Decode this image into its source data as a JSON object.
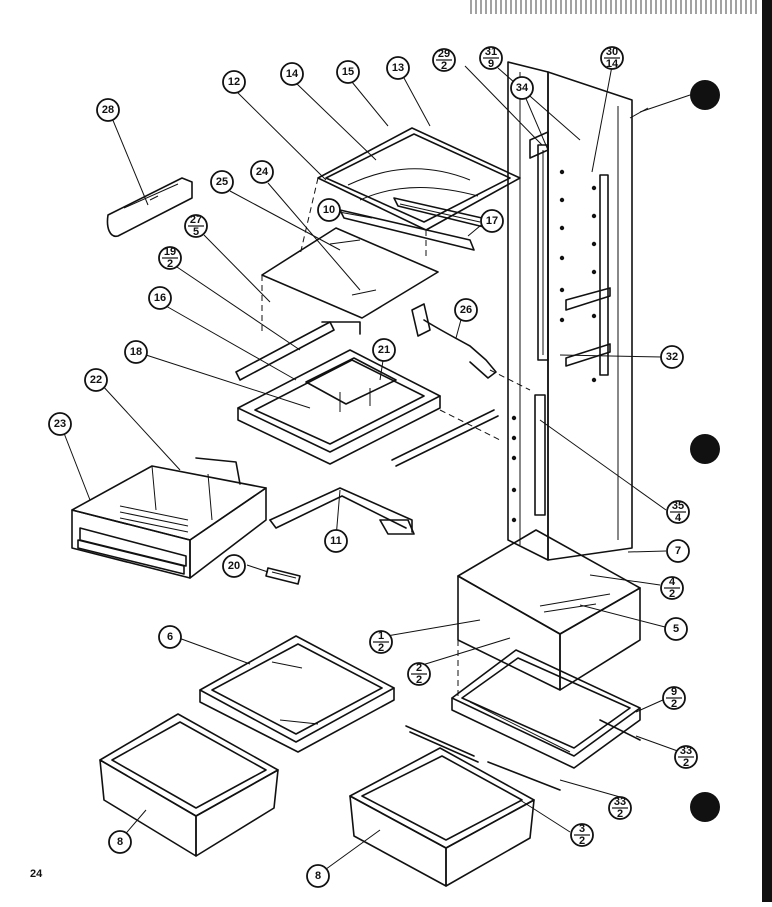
{
  "page": {
    "number": "24"
  },
  "callouts": {
    "c1": "1",
    "c1b": "2",
    "c2": "2",
    "c2b": "2",
    "c3": "3",
    "c3b": "2",
    "c4": "4",
    "c4b": "2",
    "c5": "5",
    "c6": "6",
    "c7": "7",
    "c8a": "8",
    "c8b": "8",
    "c9": "9",
    "c9b": "2",
    "c10": "10",
    "c11": "11",
    "c12": "12",
    "c13": "13",
    "c14": "14",
    "c15": "15",
    "c16": "16",
    "c17": "17",
    "c18": "18",
    "c19": "19",
    "c19b": "2",
    "c20": "20",
    "c21": "21",
    "c22": "22",
    "c23": "23",
    "c24": "24",
    "c25": "25",
    "c26": "26",
    "c27": "27",
    "c27b": "5",
    "c28": "28",
    "c29": "29",
    "c29b": "2",
    "c30": "30",
    "c30b": "14",
    "c31": "31",
    "c31b": "9",
    "c32": "32",
    "c33a": "33",
    "c33ab": "2",
    "c33b": "33",
    "c33bb": "2",
    "c34": "34",
    "c35": "35",
    "c35b": "4"
  }
}
